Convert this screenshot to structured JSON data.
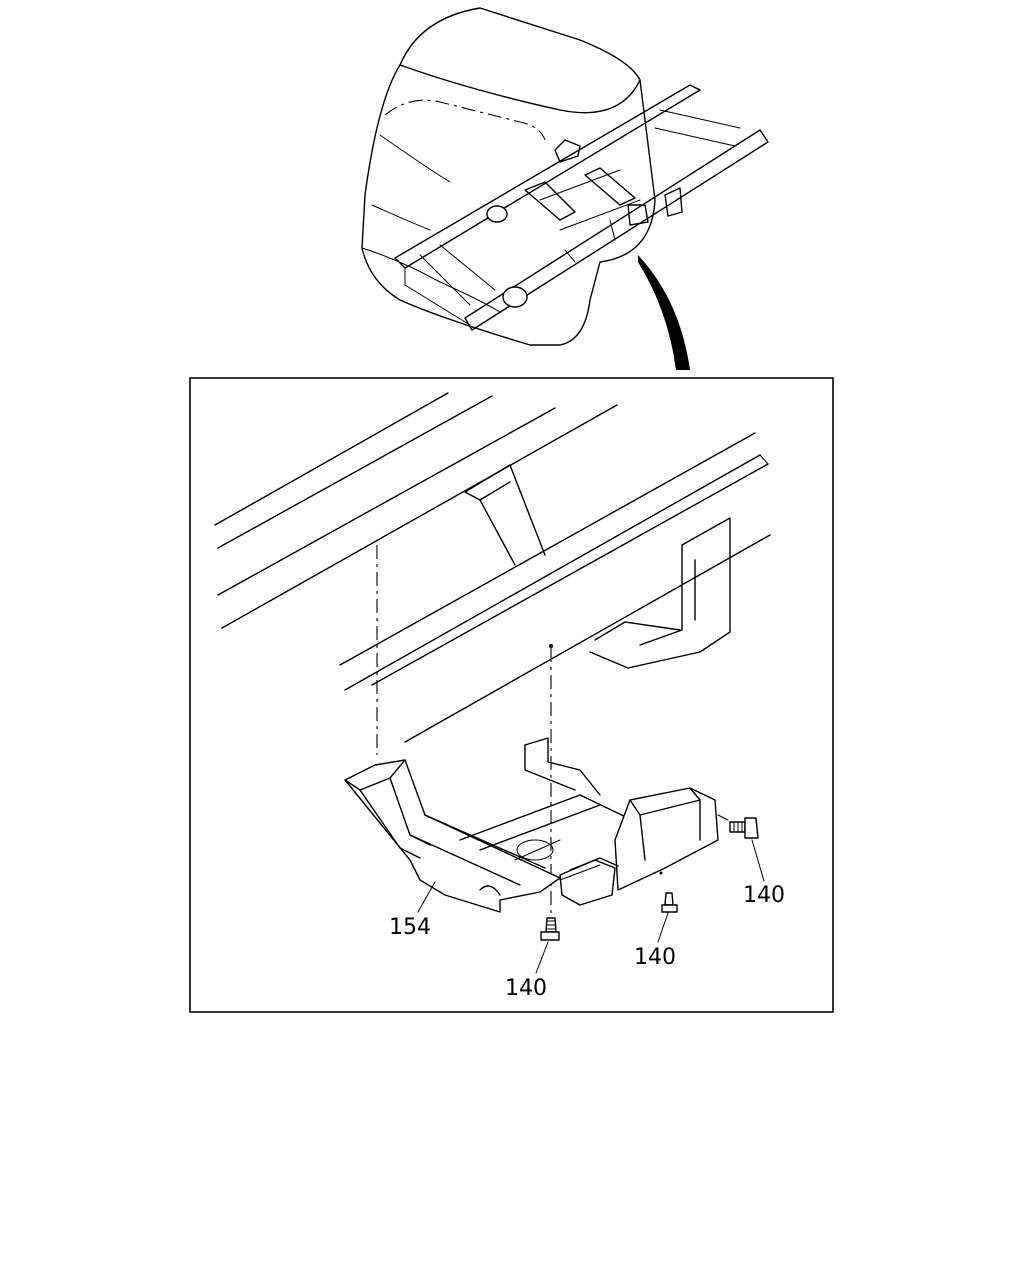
{
  "callouts": {
    "part_154": "154",
    "bolt_140_right": "140",
    "bolt_140_middle": "140",
    "bolt_140_bottom": "140"
  },
  "colors": {
    "line": "#000000",
    "background": "#ffffff"
  }
}
